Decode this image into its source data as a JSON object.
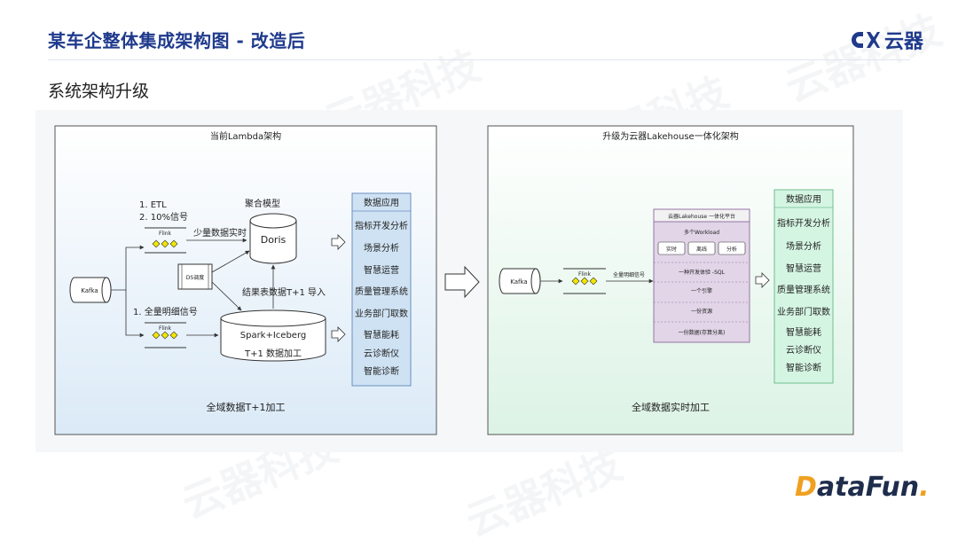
{
  "header": {
    "title": "某车企整体集成架构图 - 改造后",
    "logo_text": "云器",
    "subtitle": "系统架构升级"
  },
  "left_panel": {
    "title": "当前Lambda架构",
    "footer": "全域数据T+1加工",
    "kafka": "Kafka",
    "flink_top": "Flink",
    "flink_bottom": "Flink",
    "etl_line1": "1. ETL",
    "etl_line2": "2. 10%信号",
    "full_signal": "1. 全量明细信号",
    "ds_label": "DS调度",
    "agg_model": "聚合模型",
    "realtime_label": "少量数据实时",
    "doris": "Doris",
    "result_label": "结果表数据T+1 导入",
    "spark_line1": "Spark+Iceberg",
    "spark_line2": "T+1 数据加工"
  },
  "right_panel": {
    "title": "升级为云器Lakehouse一体化架构",
    "footer": "全域数据实时加工",
    "kafka": "Kafka",
    "flink": "Flink",
    "full_signal": "全量明细信号",
    "platform_title": "云器Lakehouse 一体化平台",
    "workload": "多个Workload",
    "btn_realtime": "实时",
    "btn_offline": "离线",
    "btn_analysis": "分析",
    "rows": [
      "一种开发体验 -SQL",
      "一个引擎",
      "一份资源",
      "一份数据(存算分离)"
    ]
  },
  "data_app": {
    "header": "数据应用",
    "items": [
      "指标开发分析",
      "场景分析",
      "智慧运营",
      "质量管理系统",
      "业务部门取数",
      "智慧能耗",
      "云诊断仪",
      "智能诊断"
    ]
  },
  "footer_logo": {
    "part1": "D",
    "part2": "ataFun",
    "dot": "."
  },
  "watermark": "云器科技",
  "colors": {
    "title_blue": "#1f3a8c",
    "app_blue_fill": "#cfe2f3",
    "app_blue_border": "#6c8ebf",
    "app_green_fill": "#d5f5e3",
    "app_green_border": "#6fbf8f",
    "flink_diamond": "#f2e600",
    "platform_fill": "#e1d5e7",
    "platform_border": "#9673a6"
  }
}
